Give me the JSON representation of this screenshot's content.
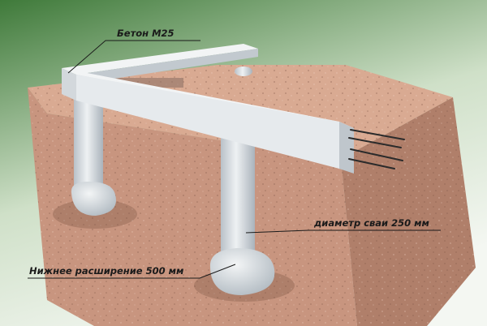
{
  "labels": {
    "concrete": "Бетон М25",
    "pile_diameter": "диаметр сваи 250 мм",
    "bottom_expansion": "Нижнее расширение 500 мм"
  },
  "colors": {
    "background_top": "#3f7a3a",
    "background_bottom": "#f4f7f2",
    "soil": "#c8957f",
    "soil_top": "#d9aa92",
    "soil_right": "#b07f6a",
    "concrete": "#e6eaed",
    "concrete_shade": "#c2c9cf",
    "rebar": "#2b2b2b",
    "label_text": "#1a1a1a"
  }
}
